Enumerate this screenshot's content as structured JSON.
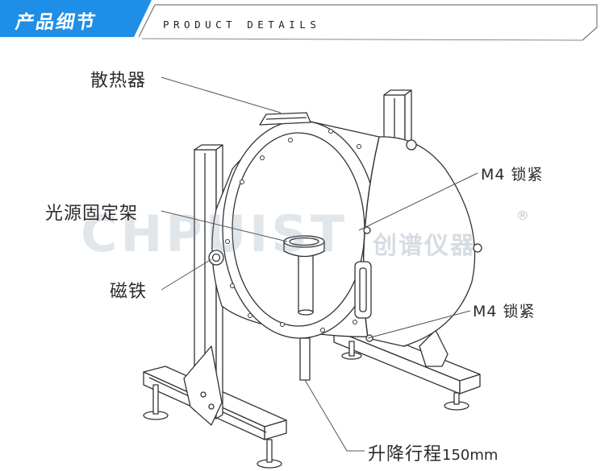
{
  "header": {
    "title": "产品细节",
    "subtitle": "PRODUCT DETAILS",
    "accent_color": "#1e8ee6"
  },
  "callouts": {
    "heatsink": "散热器",
    "light_mount": "光源固定架",
    "magnet": "磁铁",
    "lock_top": "M4 锁紧",
    "lock_bottom": "M4 锁紧",
    "travel_label": "升降行程",
    "travel_value": "150mm"
  },
  "watermark": {
    "latin": "CHPUIST",
    "chinese": "创谱仪器",
    "mark": "®"
  }
}
